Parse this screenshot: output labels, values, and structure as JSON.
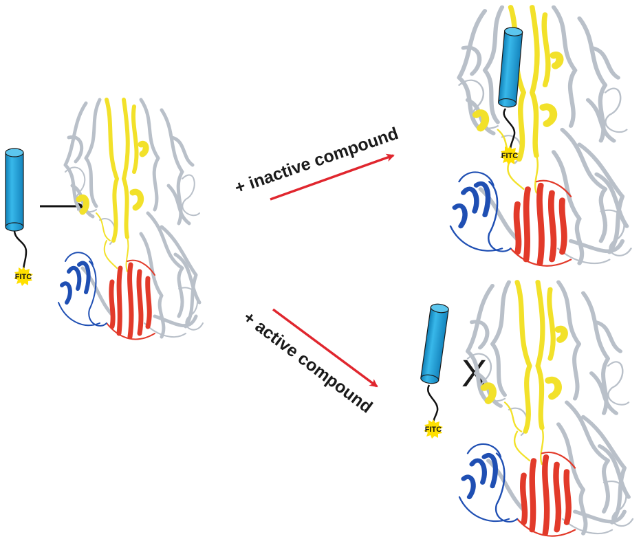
{
  "peptide": {
    "label": "FITC"
  },
  "steps": {
    "inactive": {
      "caption": "+ inactive compound"
    },
    "active": {
      "caption": "+ active compound"
    }
  },
  "blocked_symbol": "X",
  "colors": {
    "protein_gray": "#b9c0c9",
    "protein_yellow": "#f2e12a",
    "protein_red": "#e23a2a",
    "protein_blue": "#1f4fb3",
    "peptide_cylinder": "#1ea4dc",
    "fitc_star": "#ffe000",
    "pathway_arrow": "#e0262e",
    "binding_arrow": "#111111"
  },
  "icons": {
    "peptide": "cylinder-peptide-icon",
    "dye": "fitc-star-icon",
    "protein": "protein-ribbon-structure"
  }
}
